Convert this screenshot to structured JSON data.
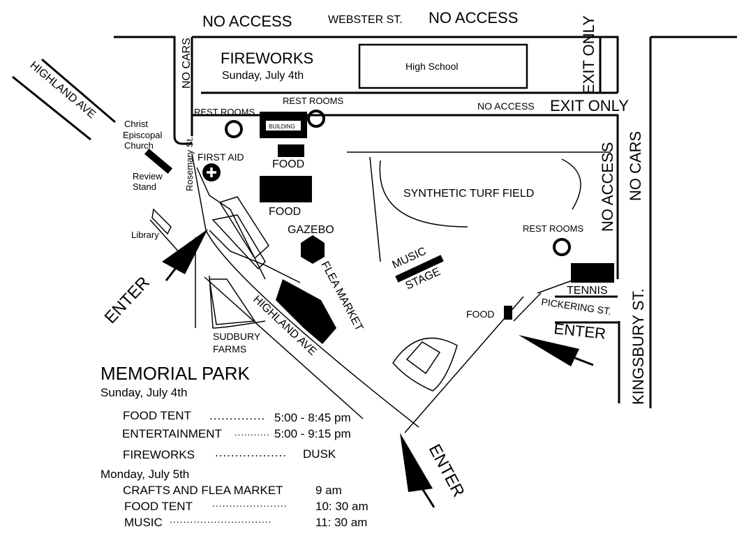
{
  "streets": {
    "webster": "WEBSTER ST.",
    "highland_top": "HIGHLAND AVE",
    "highland_bottom": "HIGHLAND AVE",
    "rosemary": "Rosemary St.",
    "pickering": "PICKERING ST.",
    "kingsbury": "KINGSBURY ST."
  },
  "signs": {
    "no_access_left": "NO ACCESS",
    "no_access_right": "NO ACCESS",
    "no_access_mid": "NO ACCESS",
    "no_access_vertical": "NO ACCESS",
    "exit_only_vertical": "EXIT ONLY",
    "exit_only_horizontal": "EXIT ONLY",
    "no_cars_left": "NO CARS",
    "no_cars_right": "NO CARS",
    "enter_left": "ENTER",
    "enter_right": "ENTER",
    "enter_bottom": "ENTER"
  },
  "places": {
    "fireworks_title": "FIREWORKS",
    "fireworks_date": "Sunday, July 4th",
    "high_school": "High School",
    "church": [
      "Christ",
      "Episcopal",
      "Church"
    ],
    "review_stand": [
      "Review",
      "Stand"
    ],
    "library": "Library",
    "rest_rooms_1": "REST ROOMS",
    "rest_rooms_2": "REST ROOMS",
    "rest_rooms_3": "REST ROOMS",
    "building": "BUILDING",
    "first_aid": "FIRST AID",
    "food_1": "FOOD",
    "food_2": "FOOD",
    "food_3": "FOOD",
    "gazebo": "GAZEBO",
    "flea_market": "FLEA MARKET",
    "synthetic_turf": "SYNTHETIC TURF FIELD",
    "music": "MUSIC",
    "stage": "STAGE",
    "tennis": "TENNIS",
    "sudbury_farms": [
      "SUDBURY",
      "FARMS"
    ]
  },
  "schedule": {
    "title": "MEMORIAL PARK",
    "day1": "Sunday, July 4th",
    "day1_items": [
      {
        "name": "FOOD TENT",
        "dots": "..............",
        "time": "5:00 - 8:45 pm"
      },
      {
        "name": "ENTERTAINMENT",
        "dots": "...........",
        "time": "5:00 - 9:15 pm"
      },
      {
        "name": "FIREWORKS",
        "dots": "..................",
        "time": "DUSK"
      }
    ],
    "day2": "Monday, July 5th",
    "day2_items": [
      {
        "name": "CRAFTS AND FLEA MARKET",
        "dots": "",
        "time": "9 am"
      },
      {
        "name": "FOOD TENT",
        "dots": "......................",
        "time": "10: 30 am"
      },
      {
        "name": "MUSIC",
        "dots": "..............................",
        "time": "11: 30 am"
      }
    ]
  }
}
